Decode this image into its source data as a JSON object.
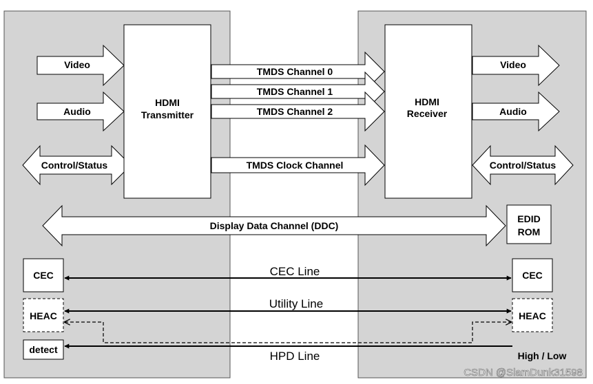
{
  "source": {
    "transmitter": [
      "HDMI",
      "Transmitter"
    ],
    "inputs": {
      "video": "Video",
      "audio": "Audio",
      "control": "Control/Status"
    }
  },
  "sink": {
    "receiver": [
      "HDMI",
      "Receiver"
    ],
    "outputs": {
      "video": "Video",
      "audio": "Audio",
      "control": "Control/Status"
    },
    "edid": [
      "EDID",
      "ROM"
    ]
  },
  "tmds": {
    "channels": [
      "TMDS Channel 0",
      "TMDS Channel 1",
      "TMDS Channel 2"
    ],
    "clock": "TMDS Clock Channel"
  },
  "ddc": "Display Data Channel (DDC)",
  "lines": {
    "cec": "CEC Line",
    "utility": "Utility Line",
    "hpd": "HPD Line",
    "hpd_state": "High / Low"
  },
  "blocks": {
    "cec_left": "CEC",
    "cec_right": "CEC",
    "heac_left": "HEAC",
    "heac_right": "HEAC",
    "detect": "detect"
  },
  "watermark": "CSDN @SlamDunk31598",
  "colors": {
    "panel": "#d4d4d4",
    "box": "#ffffff",
    "stroke": "#000000"
  }
}
